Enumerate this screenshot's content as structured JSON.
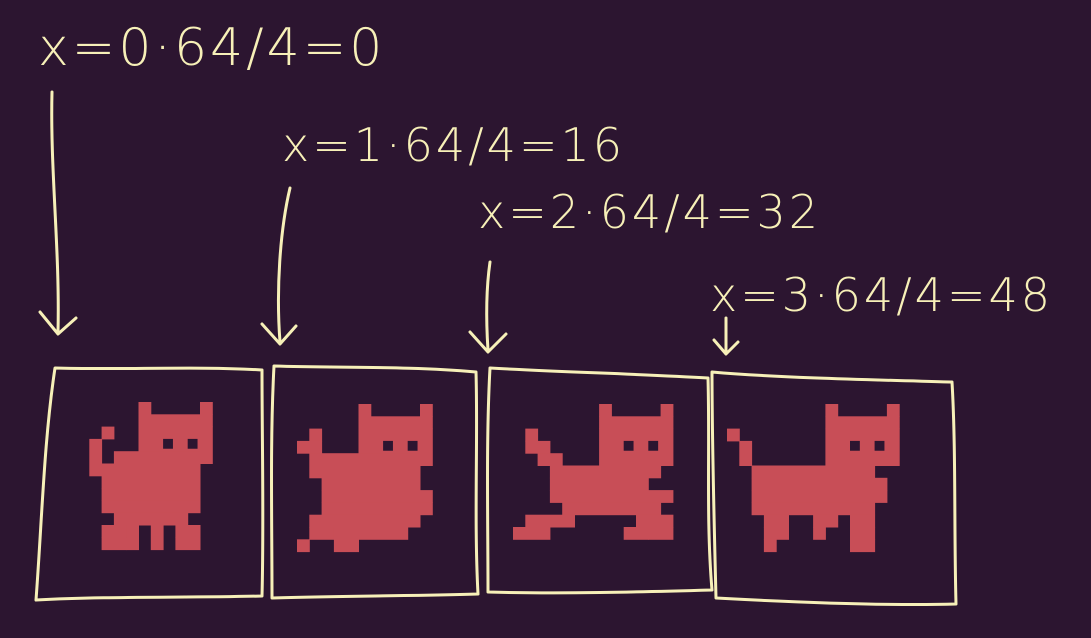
{
  "labels": [
    "x=0·64/4=0",
    "x=1·64/4=16",
    "x=2·64/4=32",
    "x=3·64/4=48"
  ],
  "colors": {
    "background": "#2c1530",
    "ink": "#f7f0b8",
    "cat": "#c84e57"
  },
  "frames": [
    {
      "name": "frame-0",
      "pose": "standing-tail-curled"
    },
    {
      "name": "frame-1",
      "pose": "sitting-tail-raised"
    },
    {
      "name": "frame-2",
      "pose": "crouching-running"
    },
    {
      "name": "frame-3",
      "pose": "standing-tail-up"
    }
  ]
}
